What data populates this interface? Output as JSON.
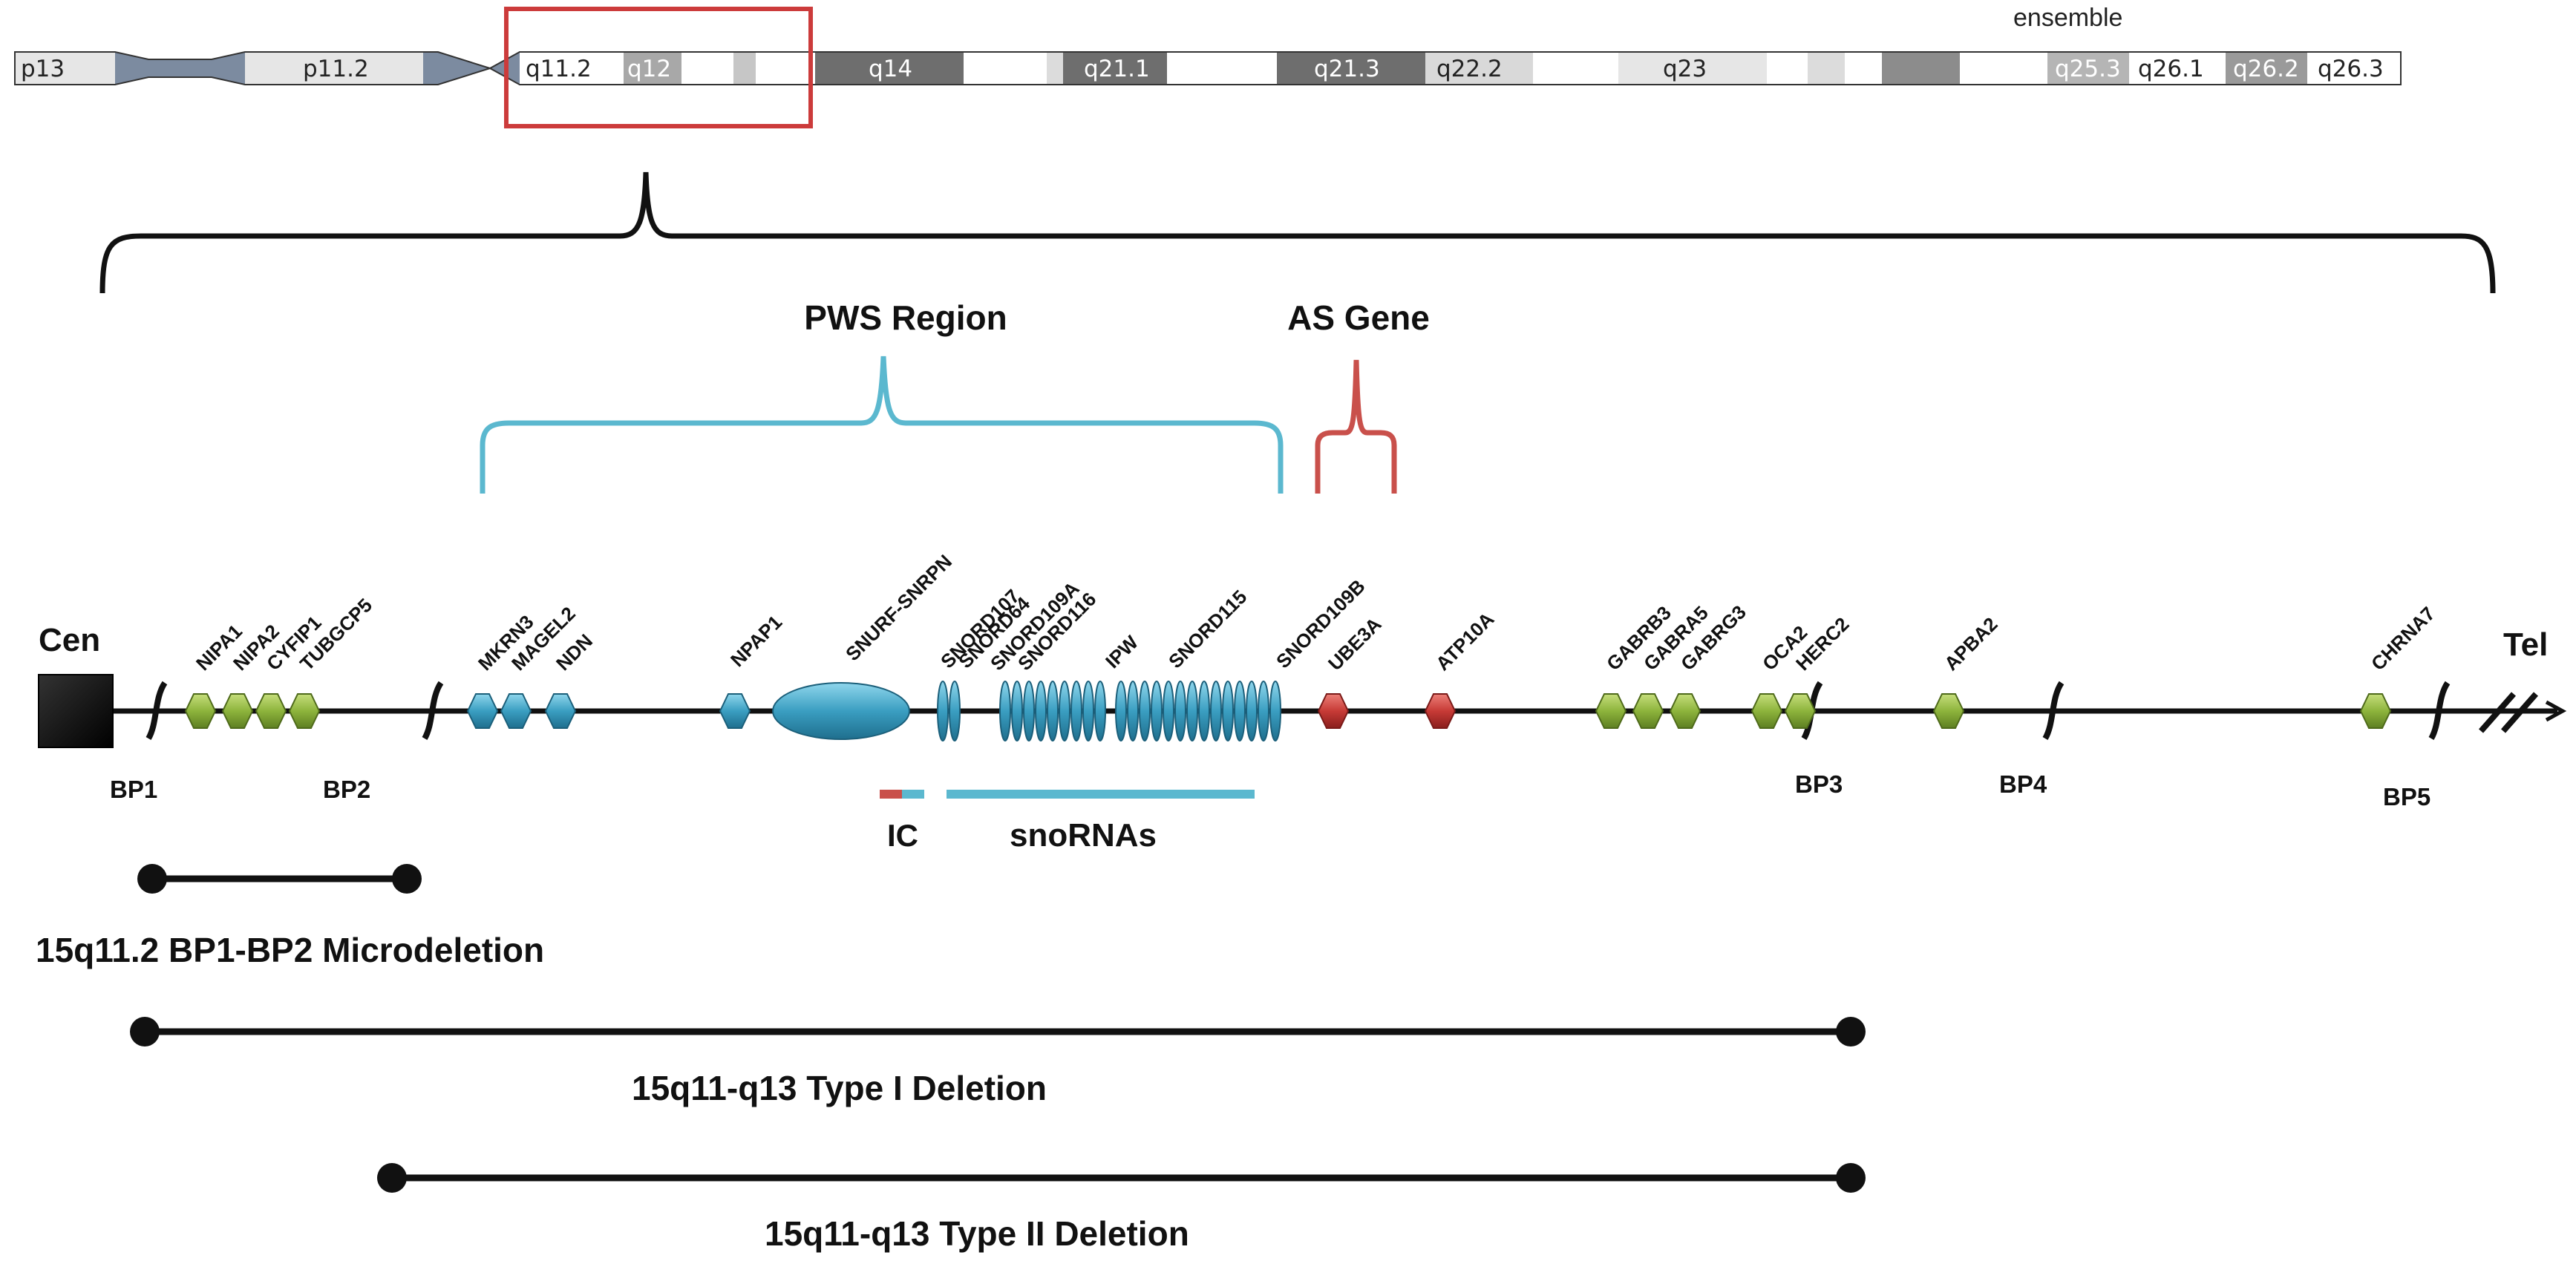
{
  "ideogram": {
    "source": "ensemble",
    "bands": [
      {
        "label": "p13",
        "text_color": "#222222",
        "fill": "#e6e6e6"
      },
      {
        "label": "p11.2",
        "text_color": "#222222",
        "fill": "#e6e6e6"
      },
      {
        "label": "q11.2",
        "text_color": "#222222",
        "fill": "#ffffff"
      },
      {
        "label": "q12",
        "text_color": "#ffffff",
        "fill": "#a8a8a8"
      },
      {
        "label": "q14",
        "text_color": "#ffffff",
        "fill": "#6e6e6e"
      },
      {
        "label": "q21.1",
        "text_color": "#ffffff",
        "fill": "#6e6e6e"
      },
      {
        "label": "q21.3",
        "text_color": "#ffffff",
        "fill": "#6e6e6e"
      },
      {
        "label": "q22.2",
        "text_color": "#222222",
        "fill": "#d9d9d9"
      },
      {
        "label": "q23",
        "text_color": "#222222",
        "fill": "#e6e6e6"
      },
      {
        "label": "q25.3",
        "text_color": "#ffffff",
        "fill": "#b5b5b5"
      },
      {
        "label": "q26.1",
        "text_color": "#222222",
        "fill": "#ffffff"
      },
      {
        "label": "q26.2",
        "text_color": "#ffffff",
        "fill": "#9a9a9a"
      },
      {
        "label": "q26.3",
        "text_color": "#222222",
        "fill": "#ffffff"
      }
    ]
  },
  "regions": {
    "pws": "PWS Region",
    "as_gene": "AS Gene"
  },
  "chromosome": {
    "cen": "Cen",
    "tel": "Tel"
  },
  "genes": [
    {
      "name": "NIPA1",
      "group": "green"
    },
    {
      "name": "NIPA2",
      "group": "green"
    },
    {
      "name": "CYFIP1",
      "group": "green"
    },
    {
      "name": "TUBGCP5",
      "group": "green"
    },
    {
      "name": "MKRN3",
      "group": "blue"
    },
    {
      "name": "MAGEL2",
      "group": "blue"
    },
    {
      "name": "NDN",
      "group": "blue"
    },
    {
      "name": "NPAP1",
      "group": "blue"
    },
    {
      "name": "SNURF-SNRPN",
      "group": "blue"
    },
    {
      "name": "SNORD107",
      "group": "blue"
    },
    {
      "name": "SNORD64",
      "group": "blue"
    },
    {
      "name": "SNORD109A",
      "group": "blue"
    },
    {
      "name": "SNORD116",
      "group": "blue"
    },
    {
      "name": "IPW",
      "group": "blue"
    },
    {
      "name": "SNORD115",
      "group": "blue"
    },
    {
      "name": "SNORD109B",
      "group": "blue"
    },
    {
      "name": "UBE3A",
      "group": "red"
    },
    {
      "name": "ATP10A",
      "group": "red"
    },
    {
      "name": "GABRB3",
      "group": "green"
    },
    {
      "name": "GABRA5",
      "group": "green"
    },
    {
      "name": "GABRG3",
      "group": "green"
    },
    {
      "name": "OCA2",
      "group": "green"
    },
    {
      "name": "HERC2",
      "group": "green"
    },
    {
      "name": "APBA2",
      "group": "green"
    },
    {
      "name": "CHRNA7",
      "group": "green"
    }
  ],
  "breakpoints": [
    "BP1",
    "BP2",
    "BP3",
    "BP4",
    "BP5"
  ],
  "annotations": {
    "ic": "IC",
    "snornas": "snoRNAs"
  },
  "deletions": [
    {
      "label": "15q11.2 BP1-BP2 Microdeletion"
    },
    {
      "label": "15q11-q13 Type I Deletion"
    },
    {
      "label": "15q11-q13 Type II Deletion"
    }
  ],
  "colors": {
    "green": "#8db43c",
    "blue": "#3a9ec1",
    "red": "#c73a36",
    "pws_bracket": "#5bb8cf",
    "as_bracket": "#c9504b",
    "highlight_box": "#cc3b3b"
  }
}
